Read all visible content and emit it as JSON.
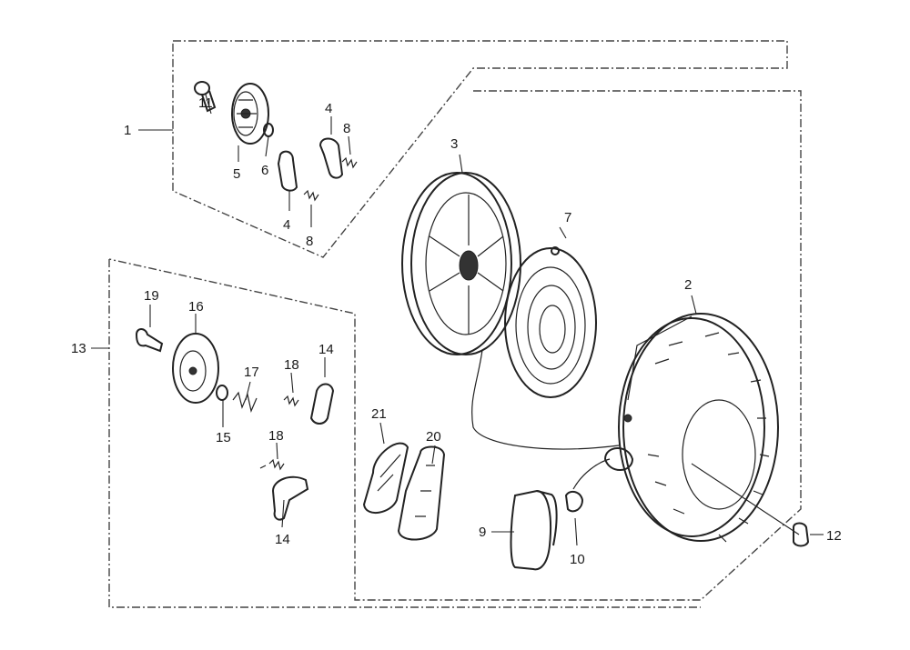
{
  "callouts": [
    {
      "id": "c1",
      "text": "1"
    },
    {
      "id": "c11",
      "text": "11"
    },
    {
      "id": "c5",
      "text": "5"
    },
    {
      "id": "c6",
      "text": "6"
    },
    {
      "id": "c4a",
      "text": "4"
    },
    {
      "id": "c8a",
      "text": "8"
    },
    {
      "id": "c4b",
      "text": "4"
    },
    {
      "id": "c8b",
      "text": "8"
    },
    {
      "id": "c3",
      "text": "3"
    },
    {
      "id": "c7",
      "text": "7"
    },
    {
      "id": "c2",
      "text": "2"
    },
    {
      "id": "c13",
      "text": "13"
    },
    {
      "id": "c19",
      "text": "19"
    },
    {
      "id": "c16",
      "text": "16"
    },
    {
      "id": "c17",
      "text": "17"
    },
    {
      "id": "c18a",
      "text": "18"
    },
    {
      "id": "c14a",
      "text": "14"
    },
    {
      "id": "c15",
      "text": "15"
    },
    {
      "id": "c18b",
      "text": "18"
    },
    {
      "id": "c14b",
      "text": "14"
    },
    {
      "id": "c21",
      "text": "21"
    },
    {
      "id": "c20",
      "text": "20"
    },
    {
      "id": "c9",
      "text": "9"
    },
    {
      "id": "c10",
      "text": "10"
    },
    {
      "id": "c12",
      "text": "12"
    }
  ]
}
